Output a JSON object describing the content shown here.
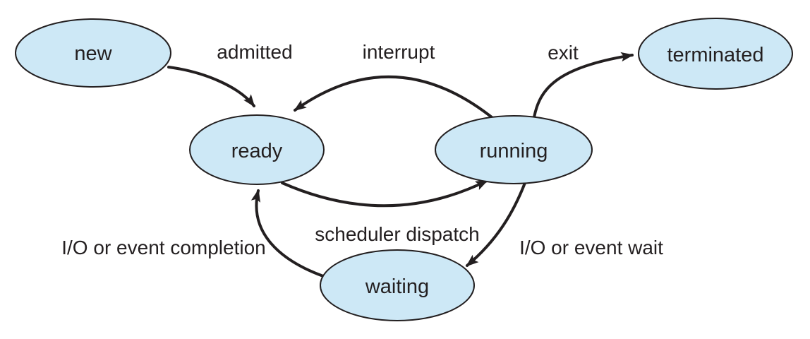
{
  "diagram": {
    "kind": "process-state-diagram",
    "states": [
      {
        "id": "new",
        "label": "new"
      },
      {
        "id": "ready",
        "label": "ready"
      },
      {
        "id": "running",
        "label": "running"
      },
      {
        "id": "waiting",
        "label": "waiting"
      },
      {
        "id": "terminated",
        "label": "terminated"
      }
    ],
    "transitions": [
      {
        "from": "new",
        "to": "ready",
        "label": "admitted"
      },
      {
        "from": "running",
        "to": "ready",
        "label": "interrupt"
      },
      {
        "from": "running",
        "to": "terminated",
        "label": "exit"
      },
      {
        "from": "ready",
        "to": "running",
        "label": "scheduler dispatch"
      },
      {
        "from": "running",
        "to": "waiting",
        "label": "I/O or event wait"
      },
      {
        "from": "waiting",
        "to": "ready",
        "label": "I/O or event completion"
      }
    ]
  },
  "colors": {
    "state_fill": "#cde8f6",
    "stroke": "#231f20",
    "background": "#ffffff"
  }
}
